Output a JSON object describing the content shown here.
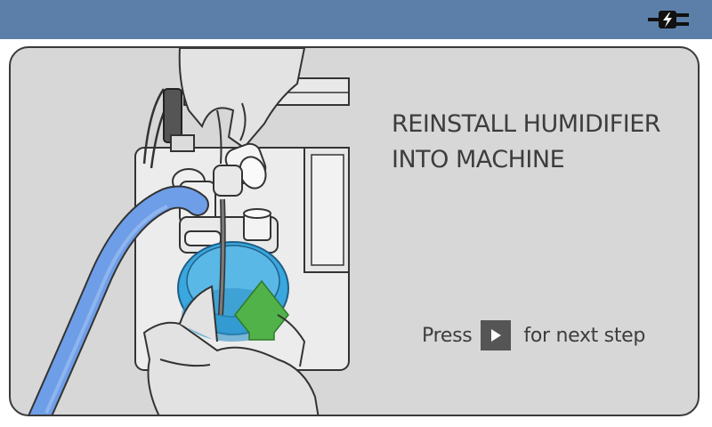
{
  "header": {
    "power_icon": "ac-power-plug-icon",
    "bar_color": "#5b7fa8"
  },
  "instruction": {
    "title_lines": [
      "REINSTALL HUMIDIFIER",
      "INTO MACHINE"
    ]
  },
  "hint": {
    "prefix": "Press",
    "button_icon": "play-triangle-icon",
    "suffix": "for next step"
  },
  "illustration": {
    "subject": "hands-inserting-humidifier-chamber",
    "tube_color": "#6f9ee8",
    "arrow_color": "#52b24a",
    "water_color": "#3aa7df"
  }
}
